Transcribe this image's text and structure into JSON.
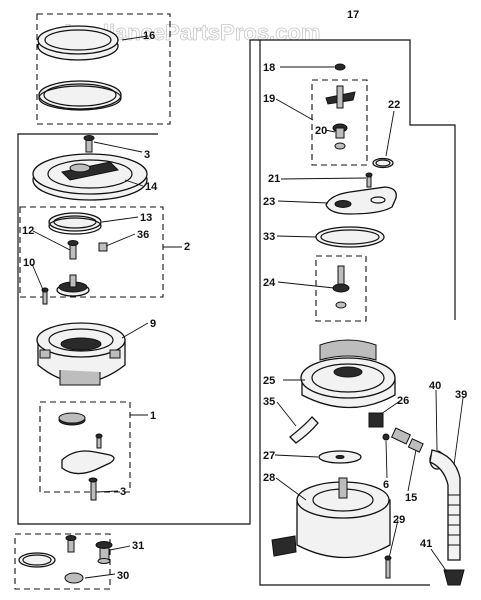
{
  "watermark": "AppliancePartsPros.com",
  "callouts": {
    "c1": "1",
    "c2": "2",
    "c3a": "3",
    "c3b": "3",
    "c6": "6",
    "c9": "9",
    "c10": "10",
    "c12": "12",
    "c13": "13",
    "c14": "14",
    "c15": "15",
    "c16": "16",
    "c17": "17",
    "c18": "18",
    "c19": "19",
    "c20": "20",
    "c21": "21",
    "c22": "22",
    "c23": "23",
    "c24": "24",
    "c25": "25",
    "c26": "26",
    "c27": "27",
    "c28": "28",
    "c29": "29",
    "c30": "30",
    "c31": "31",
    "c33": "33",
    "c35": "35",
    "c36": "36",
    "c39": "39",
    "c40": "40",
    "c41": "41"
  }
}
